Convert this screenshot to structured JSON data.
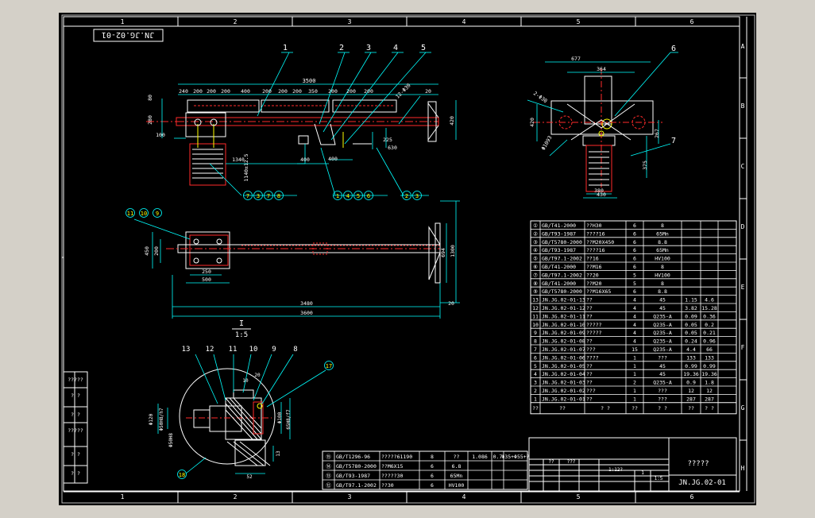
{
  "zones": {
    "cols": [
      "1",
      "2",
      "3",
      "4",
      "5",
      "6"
    ],
    "rows": [
      "A",
      "B",
      "C",
      "D",
      "E",
      "F",
      "G",
      "H"
    ]
  },
  "stamp": "JN.JG.02-01",
  "front_view": {
    "balloons_top": [
      "1",
      "2",
      "3",
      "4",
      "5"
    ],
    "dims_top": [
      "240",
      "200",
      "200",
      "200",
      "400",
      "200",
      "200",
      "200",
      "350",
      "200",
      "200",
      "200",
      "20"
    ],
    "overall": "3500",
    "side_dims": [
      "80",
      "280",
      "100"
    ],
    "weld": "12-Φ30",
    "right_dim": "420",
    "bottom_dims": [
      "1340",
      "400",
      "400",
      "1140±12.5",
      "630",
      "225"
    ],
    "balloon_groups": [
      [
        "7",
        "3",
        "7",
        "8"
      ],
      [
        "1",
        "4",
        "5",
        "6"
      ],
      [
        "2",
        "3"
      ]
    ]
  },
  "side_view": {
    "balloon_top": "6",
    "balloon_side": "7",
    "dims": [
      "677",
      "364",
      "380",
      "430",
      "375",
      "267",
      "420"
    ],
    "angle_left": "2-Φ30",
    "angle_left2": "Φ1093"
  },
  "plan_view": {
    "balloons": [
      "11",
      "10",
      "9"
    ],
    "dims_left": [
      "450",
      "200"
    ],
    "dims_bottom": [
      "250",
      "500"
    ],
    "overall_inner": "3480",
    "overall": "3600",
    "dims_right": [
      "694",
      "1300"
    ],
    "end_dim": "20"
  },
  "section_label": {
    "name": "I",
    "scale": "1:5"
  },
  "detail_view": {
    "balloons": [
      "13",
      "12",
      "11",
      "10",
      "9",
      "8"
    ],
    "balloon_17": "17",
    "balloon_18": "18",
    "dims": [
      "Φ120",
      "Φ50H8/h7",
      "Φ50H8",
      "Φ100",
      "65H8/f7",
      "13",
      "52",
      "10",
      "20"
    ]
  },
  "parts_table": {
    "rows": [
      [
        "①",
        "GB/T41-2000",
        "??H30",
        "6",
        "8",
        "",
        ""
      ],
      [
        "②",
        "GB/T93-1987",
        "????16",
        "6",
        "65Mn",
        "",
        ""
      ],
      [
        "③",
        "GB/T5780-2000",
        "??M20X450",
        "6",
        "8.8",
        "",
        ""
      ],
      [
        "④",
        "GB/T93-1987",
        "????16",
        "6",
        "65Mn",
        "",
        ""
      ],
      [
        "⑤",
        "GB/T97.1-2002",
        "??16",
        "6",
        "HV100",
        "",
        ""
      ],
      [
        "⑥",
        "GB/T41-2000",
        "??M16",
        "6",
        "8",
        "",
        ""
      ],
      [
        "⑦",
        "GB/T97.1-2002",
        "??20",
        "5",
        "HV100",
        "",
        ""
      ],
      [
        "⑧",
        "GB/T41-2000",
        "??M20",
        "5",
        "8",
        "",
        ""
      ],
      [
        "⑨",
        "GB/T5780-2000",
        "??M16X65",
        "6",
        "8.8",
        "",
        ""
      ],
      [
        "13",
        "JN.JG.02-01-13",
        "??",
        "4",
        "45",
        "1.15",
        "4.6"
      ],
      [
        "12",
        "JN.JG.02-01-12",
        "??",
        "4",
        "45",
        "3.82",
        "15.28"
      ],
      [
        "11",
        "JN.JG.02-01-11",
        "??",
        "4",
        "Q235-A",
        "0.09",
        "0.36"
      ],
      [
        "10",
        "JN.JG.02-01-10",
        "?????",
        "4",
        "Q235-A",
        "0.05",
        "0.2"
      ],
      [
        "9",
        "JN.JG.02-01-09",
        "?????",
        "4",
        "Q235-A",
        "0.05",
        "0.21"
      ],
      [
        "8",
        "JN.JG.02-01-08",
        "??",
        "4",
        "Q235-A",
        "0.24",
        "0.96"
      ],
      [
        "7",
        "JN.JG.02-01-07",
        "???",
        "15",
        "Q235-A",
        "4.4",
        "66"
      ],
      [
        "6",
        "JN.JG.02-01-06",
        "????",
        "1",
        "???",
        "133",
        "133"
      ],
      [
        "5",
        "JN.JG.02-01-05",
        "??",
        "1",
        "45",
        "0.99",
        "0.99"
      ],
      [
        "4",
        "JN.JG.02-01-04",
        "??",
        "1",
        "45",
        "19.36",
        "19.36"
      ],
      [
        "3",
        "JN.JG.02-01-03",
        "??",
        "2",
        "Q235-A",
        "0.9",
        "1.8"
      ],
      [
        "2",
        "JN.JG.02-01-02",
        "???",
        "1",
        "???",
        "12",
        "12"
      ],
      [
        "1",
        "JN.JG.02-01-01",
        "??",
        "1",
        "???",
        "287",
        "287"
      ]
    ],
    "header": [
      "??",
      "??",
      "?  ?",
      "??",
      "?  ?",
      "??",
      "?  ?"
    ]
  },
  "lower_table": {
    "rows": [
      [
        "⑮",
        "GB/T1296-96",
        "?????61190",
        "8",
        "??",
        "1.086",
        "0.7",
        "Φ35+Φ55+?"
      ],
      [
        "⑭",
        "GB/T5780-2000",
        "??M6X15",
        "6",
        "6.8",
        "",
        "",
        ""
      ],
      [
        "⑬",
        "GB/T93-1987",
        "?????30",
        "6",
        "65Mn",
        "",
        "",
        ""
      ],
      [
        "⑫",
        "GB/T97.1-2002",
        "??30",
        "6",
        "HV100",
        "",
        "",
        ""
      ]
    ]
  },
  "title_block": {
    "name": "?????",
    "code": "JN.JG.02-01",
    "scale_cells": [
      "1:12?",
      "1",
      "1:5",
      "???",
      "??"
    ]
  },
  "left_strip": [
    "?????",
    "?  ?",
    "?  ?",
    "?????",
    "?  ?",
    "?  ?"
  ]
}
